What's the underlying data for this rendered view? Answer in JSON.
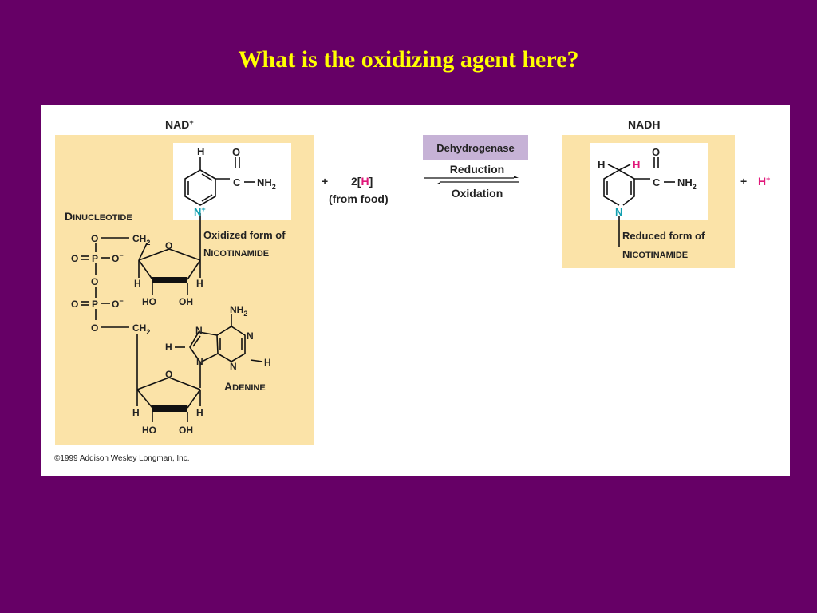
{
  "title": "What is the oxidizing agent here?",
  "colors": {
    "background": "#660066",
    "title": "#ffff00",
    "panel_bg": "#ffffff",
    "tan_box": "#fbe3a8",
    "enzyme_box": "#c6b2d6",
    "pink": "#e0187a",
    "teal": "#119fb0"
  },
  "figure": {
    "nad_label": "NAD",
    "nad_sup": "+",
    "nadh_label": "NADH",
    "dinucleotide_label_1": "D",
    "dinucleotide_label_2": "INUCLEOTIDE",
    "oxidized_label_1": "Oxidized form of",
    "oxidized_label_2a": "N",
    "oxidized_label_2b": "ICOTINAMIDE",
    "reduced_label_1": "Reduced form of",
    "reduced_label_2a": "N",
    "reduced_label_2b": "ICOTINAMIDE",
    "adenine_label_1": "A",
    "adenine_label_2": "DENINE",
    "plus": "+",
    "two_h_pre": "2[",
    "two_h_h": "H",
    "two_h_post": "]",
    "from_food": "(from food)",
    "enzyme": "Dehydrogenase",
    "reduction": "Reduction",
    "oxidation": "Oxidation",
    "h_plus": "H",
    "h_plus_sup": "+",
    "atoms": {
      "H": "H",
      "O": "O",
      "C": "C",
      "N": "N",
      "N_plus": "N",
      "plus": "+",
      "NH2": "NH",
      "sub2": "2",
      "CH2": "CH",
      "P": "P",
      "O_minus": "O",
      "minus": "−",
      "HO": "HO",
      "OH": "OH"
    },
    "copyright": "©1999 Addison Wesley Longman, Inc."
  }
}
